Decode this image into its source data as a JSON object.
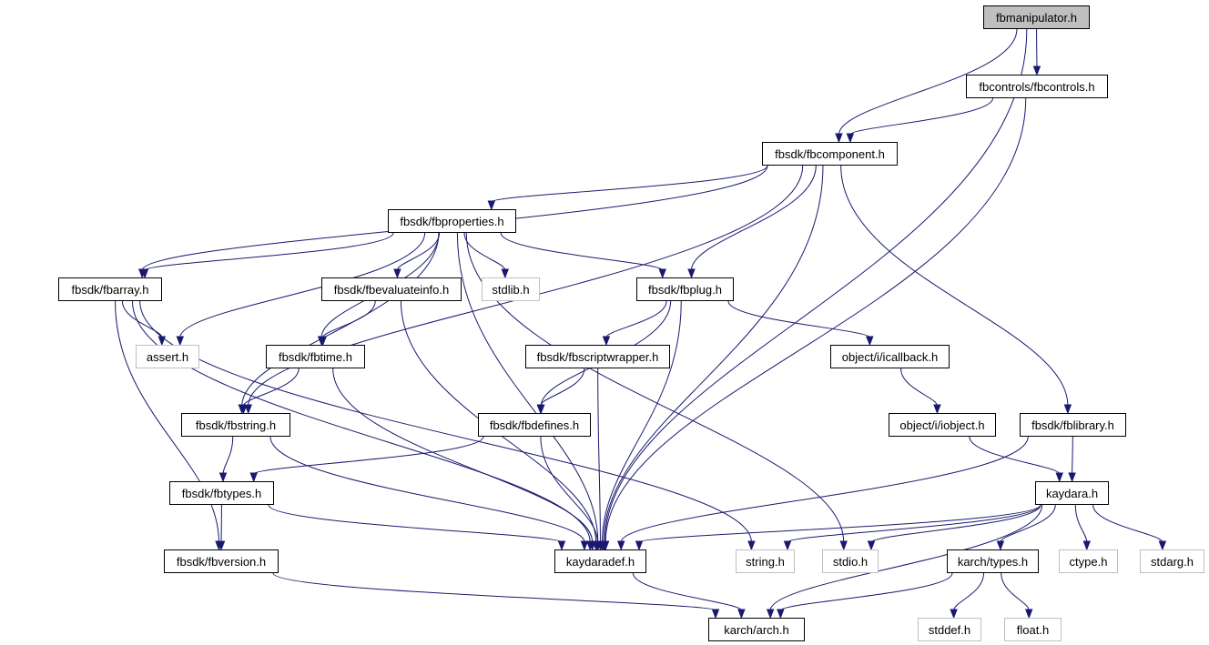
{
  "graph": {
    "edge_color": "#191970",
    "nodes": [
      {
        "id": "fbmanipulator",
        "label": "fbmanipulator.h",
        "kind": "root"
      },
      {
        "id": "fbcontrols",
        "label": "fbcontrols/fbcontrols.h",
        "kind": "local"
      },
      {
        "id": "fbcomponent",
        "label": "fbsdk/fbcomponent.h",
        "kind": "local"
      },
      {
        "id": "fbproperties",
        "label": "fbsdk/fbproperties.h",
        "kind": "local"
      },
      {
        "id": "fbarray",
        "label": "fbsdk/fbarray.h",
        "kind": "local"
      },
      {
        "id": "fbevaluateinfo",
        "label": "fbsdk/fbevaluateinfo.h",
        "kind": "local"
      },
      {
        "id": "stdlib",
        "label": "stdlib.h",
        "kind": "external"
      },
      {
        "id": "fbplug",
        "label": "fbsdk/fbplug.h",
        "kind": "local"
      },
      {
        "id": "assert",
        "label": "assert.h",
        "kind": "external"
      },
      {
        "id": "fbtime",
        "label": "fbsdk/fbtime.h",
        "kind": "local"
      },
      {
        "id": "fbscriptwrapper",
        "label": "fbsdk/fbscriptwrapper.h",
        "kind": "local"
      },
      {
        "id": "icallback",
        "label": "object/i/icallback.h",
        "kind": "local"
      },
      {
        "id": "fbstring",
        "label": "fbsdk/fbstring.h",
        "kind": "local"
      },
      {
        "id": "fbdefines",
        "label": "fbsdk/fbdefines.h",
        "kind": "local"
      },
      {
        "id": "iobject",
        "label": "object/i/iobject.h",
        "kind": "local"
      },
      {
        "id": "fblibrary",
        "label": "fbsdk/fblibrary.h",
        "kind": "local"
      },
      {
        "id": "fbtypes",
        "label": "fbsdk/fbtypes.h",
        "kind": "local"
      },
      {
        "id": "kaydara",
        "label": "kaydara.h",
        "kind": "local"
      },
      {
        "id": "fbversion",
        "label": "fbsdk/fbversion.h",
        "kind": "local"
      },
      {
        "id": "kaydaradef",
        "label": "kaydaradef.h",
        "kind": "local"
      },
      {
        "id": "string",
        "label": "string.h",
        "kind": "external"
      },
      {
        "id": "stdio",
        "label": "stdio.h",
        "kind": "external"
      },
      {
        "id": "karchtypes",
        "label": "karch/types.h",
        "kind": "local"
      },
      {
        "id": "ctype",
        "label": "ctype.h",
        "kind": "external"
      },
      {
        "id": "stdarg",
        "label": "stdarg.h",
        "kind": "external"
      },
      {
        "id": "arch",
        "label": "karch/arch.h",
        "kind": "local"
      },
      {
        "id": "stddef",
        "label": "stddef.h",
        "kind": "external"
      },
      {
        "id": "float",
        "label": "float.h",
        "kind": "external"
      }
    ],
    "edges": [
      [
        "fbmanipulator",
        "fbcontrols"
      ],
      [
        "fbmanipulator",
        "fbcomponent"
      ],
      [
        "fbmanipulator",
        "kaydaradef"
      ],
      [
        "fbcontrols",
        "fbcomponent"
      ],
      [
        "fbcontrols",
        "kaydaradef"
      ],
      [
        "fbcomponent",
        "fbproperties"
      ],
      [
        "fbcomponent",
        "fbarray"
      ],
      [
        "fbcomponent",
        "fbstring"
      ],
      [
        "fbcomponent",
        "fbplug"
      ],
      [
        "fbcomponent",
        "kaydaradef"
      ],
      [
        "fbcomponent",
        "fblibrary"
      ],
      [
        "fbproperties",
        "fbarray"
      ],
      [
        "fbproperties",
        "fbevaluateinfo"
      ],
      [
        "fbproperties",
        "stdlib"
      ],
      [
        "fbproperties",
        "fbplug"
      ],
      [
        "fbproperties",
        "assert"
      ],
      [
        "fbproperties",
        "fbtime"
      ],
      [
        "fbproperties",
        "fbstring"
      ],
      [
        "fbproperties",
        "kaydaradef"
      ],
      [
        "fbproperties",
        "stdio"
      ],
      [
        "fbarray",
        "assert"
      ],
      [
        "fbarray",
        "fbversion"
      ],
      [
        "fbarray",
        "kaydaradef"
      ],
      [
        "fbarray",
        "string"
      ],
      [
        "fbevaluateinfo",
        "fbtime"
      ],
      [
        "fbevaluateinfo",
        "kaydaradef"
      ],
      [
        "fbplug",
        "fbscriptwrapper"
      ],
      [
        "fbplug",
        "fbdefines"
      ],
      [
        "fbplug",
        "icallback"
      ],
      [
        "fbplug",
        "kaydaradef"
      ],
      [
        "fbtime",
        "fbstring"
      ],
      [
        "fbtime",
        "kaydaradef"
      ],
      [
        "fbscriptwrapper",
        "fbdefines"
      ],
      [
        "fbscriptwrapper",
        "kaydaradef"
      ],
      [
        "icallback",
        "iobject"
      ],
      [
        "fbstring",
        "fbtypes"
      ],
      [
        "fbstring",
        "kaydaradef"
      ],
      [
        "fbdefines",
        "fbtypes"
      ],
      [
        "fbdefines",
        "kaydaradef"
      ],
      [
        "iobject",
        "kaydara"
      ],
      [
        "fblibrary",
        "kaydara"
      ],
      [
        "fblibrary",
        "kaydaradef"
      ],
      [
        "fbtypes",
        "fbversion"
      ],
      [
        "fbtypes",
        "kaydaradef"
      ],
      [
        "kaydara",
        "kaydaradef"
      ],
      [
        "kaydara",
        "string"
      ],
      [
        "kaydara",
        "stdio"
      ],
      [
        "kaydara",
        "karchtypes"
      ],
      [
        "kaydara",
        "ctype"
      ],
      [
        "kaydara",
        "stdarg"
      ],
      [
        "kaydara",
        "arch"
      ],
      [
        "fbversion",
        "arch"
      ],
      [
        "kaydaradef",
        "arch"
      ],
      [
        "karchtypes",
        "arch"
      ],
      [
        "karchtypes",
        "stddef"
      ],
      [
        "karchtypes",
        "float"
      ]
    ]
  }
}
